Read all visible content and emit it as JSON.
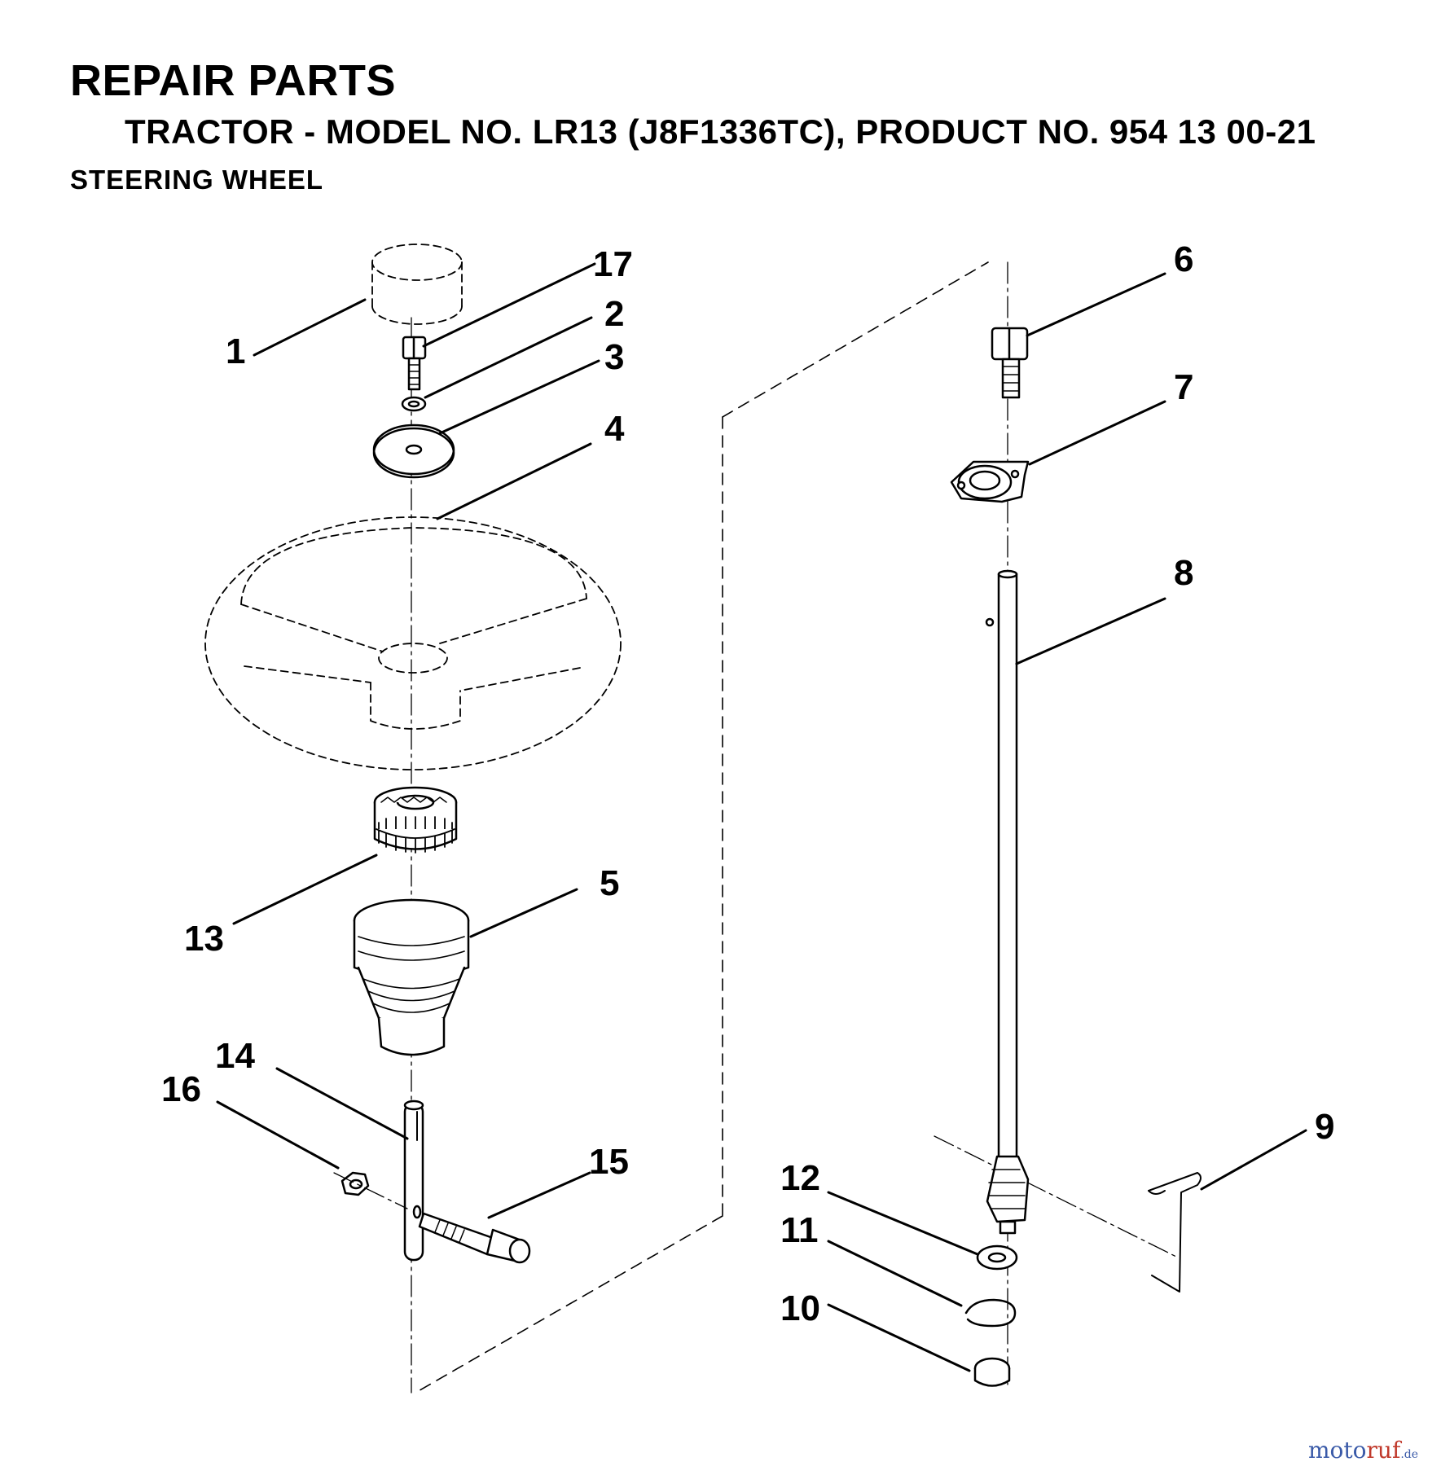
{
  "header": {
    "title": "REPAIR PARTS",
    "subtitle": "TRACTOR - MODEL NO. LR13 (J8F1336TC), PRODUCT NO. 954 13 00-21",
    "section": "STEERING WHEEL"
  },
  "callouts": [
    "1",
    "2",
    "3",
    "4",
    "5",
    "6",
    "7",
    "8",
    "9",
    "10",
    "11",
    "12",
    "13",
    "14",
    "15",
    "16",
    "17"
  ],
  "watermark": {
    "part1": "moto",
    "part2": "ruf",
    "part3": ".de"
  }
}
